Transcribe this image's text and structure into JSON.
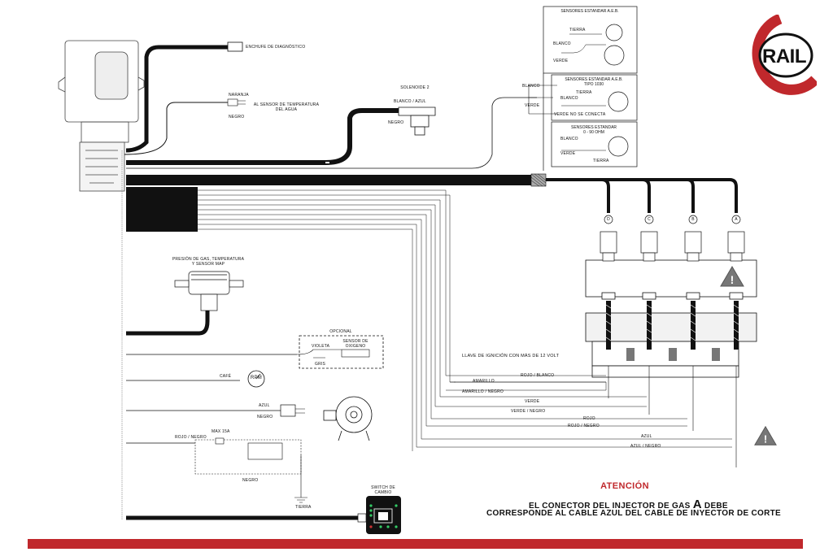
{
  "logo": {
    "text": "RAIL",
    "color": "#c0282c"
  },
  "labels": {
    "diagnostic": "ENCHUFE DE DIAGNÓSTICO",
    "naranja": "NARANJA",
    "negro_temp": "NEGRO",
    "water_temp_1": "AL SENSOR DE TEMPERATURA",
    "water_temp_2": "DEL AGUA",
    "solenoid_title": "SOLENOIDE 2",
    "blanco_azul": "BLANCO / AZUL",
    "negro_sol": "NEGRO",
    "blanco_right": "BLANCO",
    "verde_right": "VERDE",
    "pressure_1": "PRESIÓN DE GAS, TEMPERATURA",
    "pressure_2": "Y SENSOR MAP",
    "opcional": "OPCIONAL",
    "violeta": "VIOLETA",
    "sensor_ox_1": "SENSOR DE",
    "sensor_ox_2": "OXIGENO",
    "gris": "GRIS",
    "cafe": "CAFÉ",
    "rpm": "RPM",
    "azul_left": "AZUL",
    "negro_left": "NEGRO",
    "max15": "MAX 15A",
    "rojo_negro_left": "ROJO / NEGRO",
    "negro_battery": "NEGRO",
    "tierra": "TIERRA",
    "switch_1": "SWITCH DE",
    "switch_2": "CAMBIO",
    "ignition": "LLAVE DE IGNICIÓN CON MÁS DE 12 VOLT",
    "rojo_blanco": "ROJO / BLANCO",
    "amarillo": "AMARILLO",
    "amarillo_negro": "AMARILLO / NEGRO",
    "verde": "VERDE",
    "verde_negro": "VERDE / NEGRO",
    "rojo": "ROJO",
    "rojo_negro": "ROJO / NEGRO",
    "azul": "AZUL",
    "azul_negro": "AZUL / NEGRO",
    "injector_letters": [
      "D",
      "C",
      "B",
      "A"
    ]
  },
  "sensor_boxes": [
    {
      "title": "SENSORES ESTANDAR A.E.B.",
      "items": [
        "TIERRA",
        "BLANCO",
        "VERDE"
      ]
    },
    {
      "title_1": "SENSORES ESTANDAR A.E.B.",
      "title_2": "TIPO 1030",
      "items": [
        "TIERRA",
        "BLANCO",
        "VERDE NO SE CONECTA"
      ]
    },
    {
      "title_1": "SENSORES ESTANDAR",
      "title_2": "0 - 90 OHM",
      "items": [
        "BLANCO",
        "VERDE",
        "TIERRA"
      ]
    }
  ],
  "attention": {
    "title": "ATENCIÓN",
    "line1_pre": "EL CONECTOR DEL INJECTOR DE GAS",
    "line1_letter": "A",
    "line1_post": "DEBE",
    "line2": "CORRESPONDE AL CABLE AZUL DEL CABLE DE INYECTOR DE CORTE"
  },
  "colors": {
    "accent": "#c0282c",
    "wire": "#111111"
  },
  "icons": [
    "warning-icon",
    "rpm-gauge-icon",
    "ground-icon"
  ]
}
